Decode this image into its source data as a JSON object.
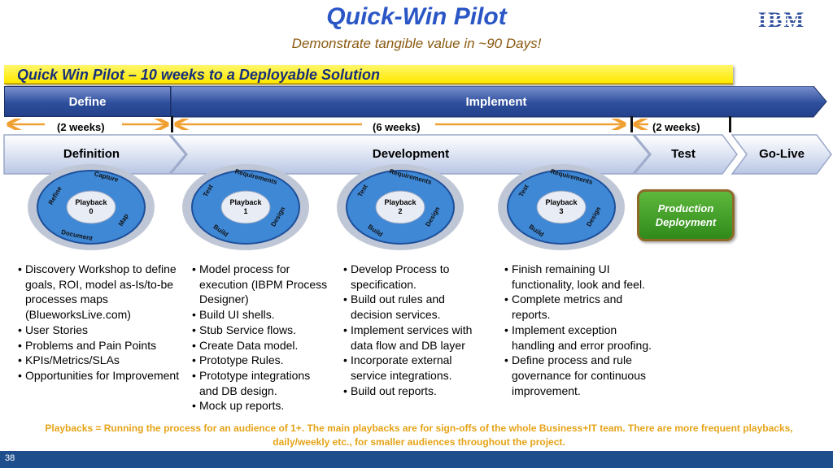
{
  "header": {
    "title": "Quick-Win Pilot",
    "subtitle": "Demonstrate tangible value in ~90 Days!",
    "logo_text": "IBM"
  },
  "banner": {
    "text": "Quick Win Pilot – 10 weeks to a Deployable Solution"
  },
  "phases": {
    "define": "Define",
    "implement": "Implement"
  },
  "durations": {
    "define": "(2 weeks)",
    "develop": "(6 weeks)",
    "test": "(2 weeks)"
  },
  "stages": {
    "definition": "Definition",
    "development": "Development",
    "test": "Test",
    "golive": "Go-Live"
  },
  "cycles": [
    {
      "center1": "Playback",
      "center2": "0",
      "segments": [
        "Capture",
        "Map",
        "Document",
        "Refine"
      ]
    },
    {
      "center1": "Playback",
      "center2": "1",
      "segments": [
        "Requirements",
        "Design",
        "Build",
        "Test"
      ]
    },
    {
      "center1": "Playback",
      "center2": "2",
      "segments": [
        "Requirements",
        "Design",
        "Build",
        "Test"
      ]
    },
    {
      "center1": "Playback",
      "center2": "3",
      "segments": [
        "Requirements",
        "Design",
        "Build",
        "Test"
      ]
    }
  ],
  "production": {
    "line1": "Production",
    "line2": "Deployment"
  },
  "columns": [
    {
      "items": [
        "Discovery Workshop to define goals, ROI, model as-Is/to-be processes maps (BlueworksLive.com)",
        "User Stories",
        "Problems and Pain Points",
        "KPIs/Metrics/SLAs",
        "Opportunities for Improvement"
      ]
    },
    {
      "items": [
        "Model process for execution (IBPM Process Designer)",
        "Build UI shells.",
        "Stub Service flows.",
        "Create Data model.",
        "Prototype Rules.",
        "Prototype integrations and DB design.",
        "Mock up reports."
      ]
    },
    {
      "items": [
        "Develop Process to specification.",
        "Build out rules and decision services.",
        "Implement services with data flow and DB layer",
        "Incorporate external service integrations.",
        "Build out reports."
      ]
    },
    {
      "items": [
        "Finish remaining UI functionality, look and feel.",
        "Complete metrics and reports.",
        "Implement exception handling and error proofing.",
        "Define process and rule governance for continuous improvement."
      ]
    }
  ],
  "footnote": "Playbacks = Running the process for an audience of 1+.  The main playbacks are for sign-offs of the whole Business+IT team.  There are more frequent playbacks, daily/weekly etc., for smaller audiences throughout the project.",
  "page_number": "38",
  "colors": {
    "title": "#2a56c6",
    "banner": "#ffe800",
    "phase_blue": "#2e4f9d",
    "arrow": "#f0a030",
    "footnote": "#e6a317",
    "bottom_bar": "#1e4f8c"
  }
}
